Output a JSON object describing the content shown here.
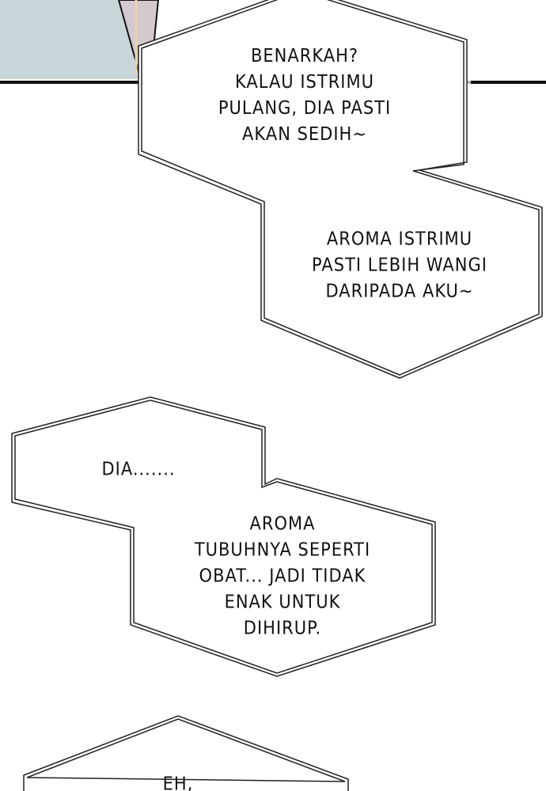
{
  "bubbles": [
    {
      "text": "BENARKAH?\nKALAU ISTRIMU\nPULANG, DIA PASTI\nAKAN SEDIH~"
    },
    {
      "text": "AROMA ISTRIMU\nPASTI LEBIH WANGI\nDARIPADA AKU~"
    },
    {
      "text": "DIA......."
    },
    {
      "text": "AROMA\nTUBUHNYA SEPERTI\nOBAT... JADI TIDAK\nENAK UNTUK\nDIHIRUP."
    },
    {
      "text": "EH,"
    }
  ]
}
